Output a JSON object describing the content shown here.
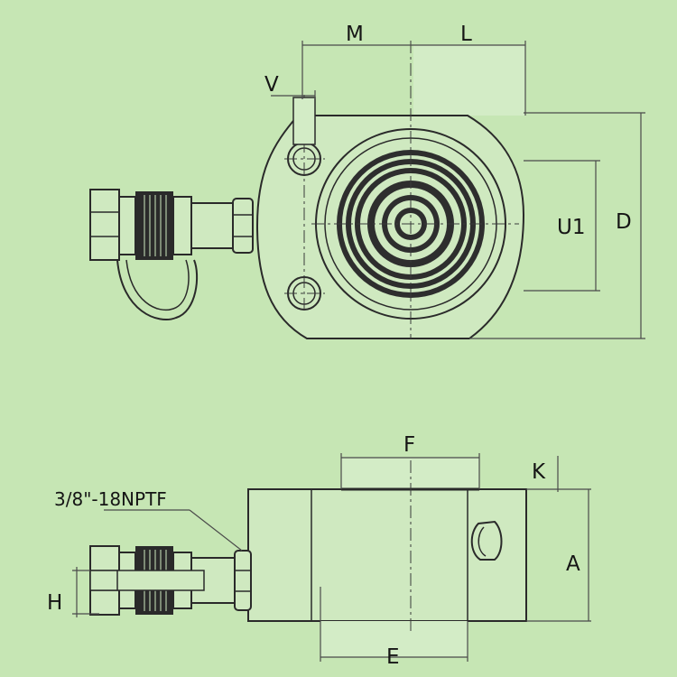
{
  "colors": {
    "background": "#c6e6b4",
    "body_fill": "#cfe9c0",
    "line": "#2a2a2a",
    "dim_line": "#4a4a4a",
    "dark_part": "#222222"
  },
  "top_view": {
    "labels": {
      "m": "M",
      "l": "L",
      "v": "V",
      "u1": "U1",
      "d": "D"
    }
  },
  "side_view": {
    "labels": {
      "f": "F",
      "k": "K",
      "a": "A",
      "e": "E",
      "h": "H",
      "thread": "3/8\"-18NPTF"
    }
  }
}
